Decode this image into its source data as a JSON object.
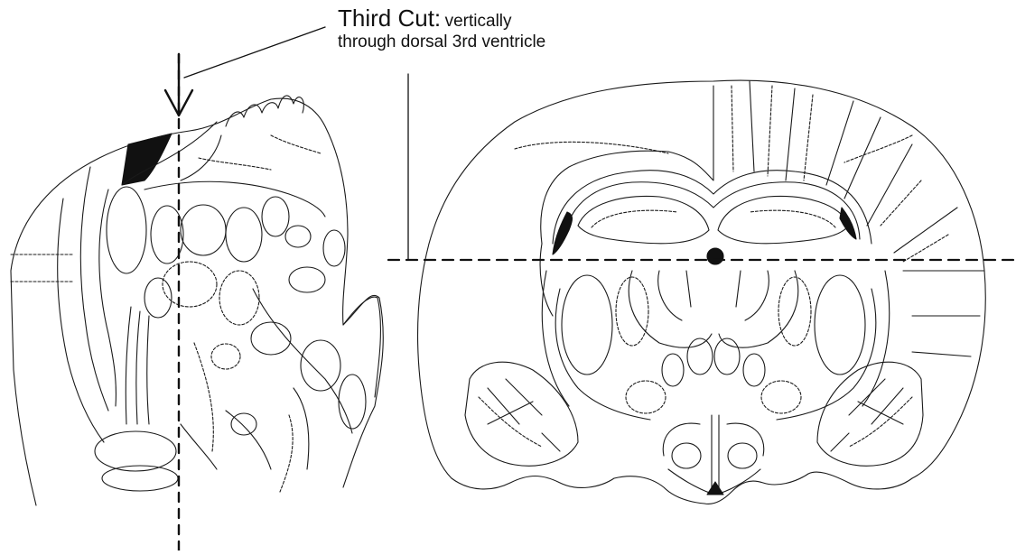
{
  "annotation": {
    "heading": "Third Cut:",
    "line1": "vertically",
    "line2": "through dorsal 3rd ventricle"
  },
  "colors": {
    "line": "#1a1a1a",
    "fill_dark": "#111111",
    "background": "#ffffff"
  },
  "panels": {
    "left": "sagittal-section",
    "right": "coronal-section"
  }
}
